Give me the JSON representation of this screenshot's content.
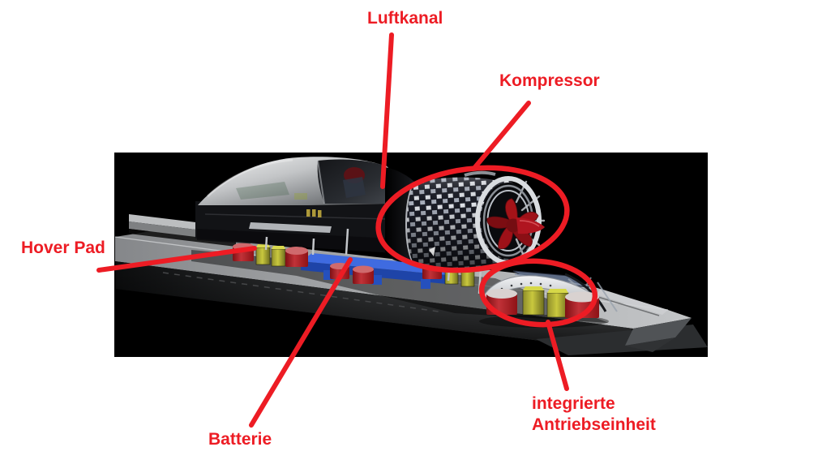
{
  "annotation": {
    "color": "#ed1c24",
    "labels": {
      "luftkanal": "Luftkanal",
      "kompressor": "Kompressor",
      "hover_pad": "Hover Pad",
      "batterie": "Batterie",
      "antriebseinheit_line1": "integrierte",
      "antriebseinheit_line2": "Antriebseinheit"
    }
  },
  "figure": {
    "page_background": "#ffffff",
    "photo_background": "#000000"
  }
}
